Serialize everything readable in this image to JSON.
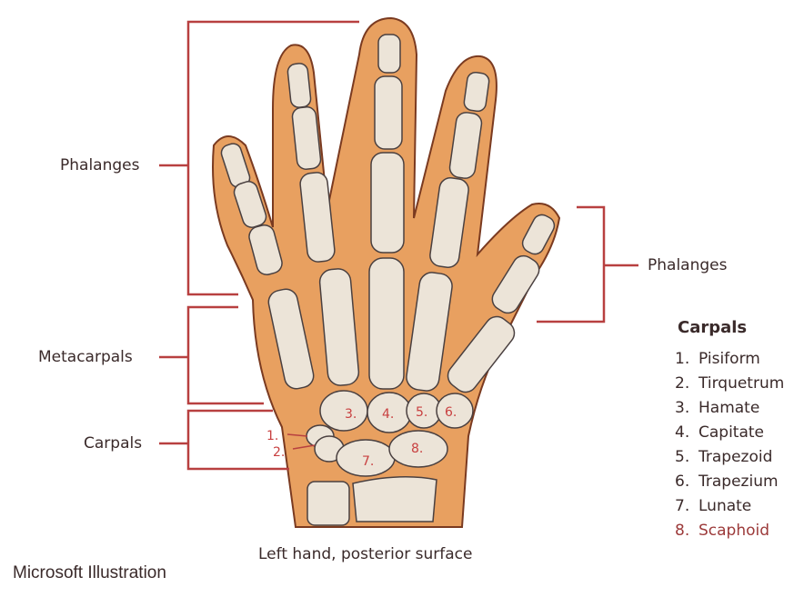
{
  "labels": {
    "phalanges_left": "Phalanges",
    "metacarpals": "Metacarpals",
    "carpals": "Carpals",
    "phalanges_right": "Phalanges"
  },
  "legend": {
    "title": "Carpals",
    "items": [
      {
        "num": "1.",
        "name": "Pisiform"
      },
      {
        "num": "2.",
        "name": "Tirquetrum"
      },
      {
        "num": "3.",
        "name": "Hamate"
      },
      {
        "num": "4.",
        "name": "Capitate"
      },
      {
        "num": "5.",
        "name": "Trapezoid"
      },
      {
        "num": "6.",
        "name": "Trapezium"
      },
      {
        "num": "7.",
        "name": "Lunate"
      },
      {
        "num": "8.",
        "name": "Scaphoid"
      }
    ]
  },
  "bone_numbers": [
    "1.",
    "2.",
    "3.",
    "4.",
    "5.",
    "6.",
    "7.",
    "8."
  ],
  "caption": "Left hand, posterior surface",
  "credit": "Microsoft Illustration",
  "colors": {
    "skin": "#e8a060",
    "skin_outline": "#7a3a20",
    "bone": "#ece4d8",
    "bone_outline": "#4a4040",
    "bracket": "#b84040",
    "number": "#c84040",
    "text": "#3a2a2a"
  }
}
